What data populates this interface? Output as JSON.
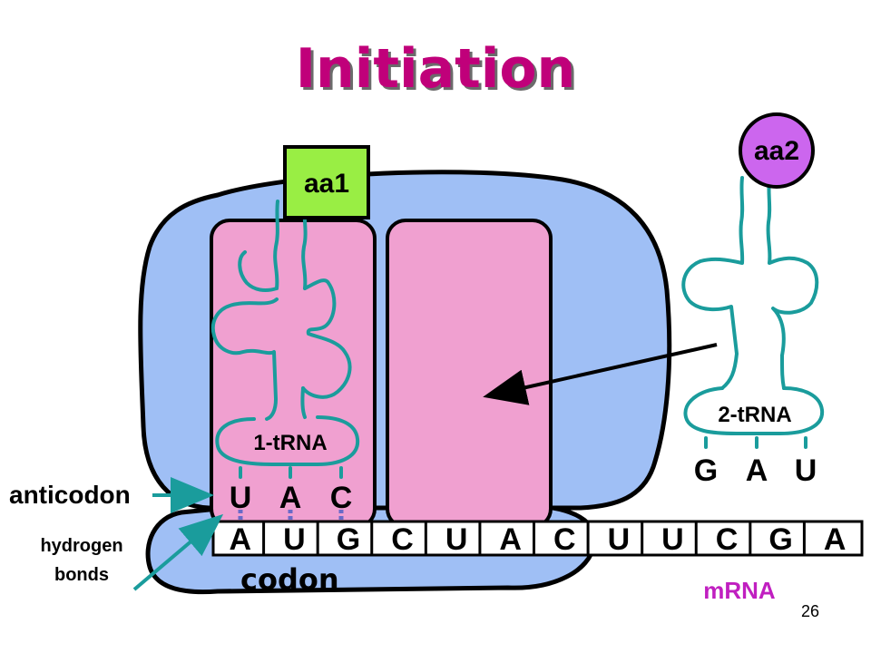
{
  "title": "Initiation",
  "amino_acids": {
    "aa1": "aa1",
    "aa2": "aa2"
  },
  "trna": {
    "first": {
      "label": "1-tRNA",
      "anticodon": [
        "U",
        "A",
        "C"
      ]
    },
    "second": {
      "label": "2-tRNA",
      "anticodon": [
        "G",
        "A",
        "U"
      ]
    }
  },
  "mrna": {
    "bases": [
      "A",
      "U",
      "G",
      "C",
      "U",
      "A",
      "C",
      "U",
      "U",
      "C",
      "G",
      "A"
    ],
    "label": "mRNA"
  },
  "labels": {
    "anticodon": "anticodon",
    "hydrogen": "hydrogen",
    "bonds": "bonds",
    "codon": "codon"
  },
  "page_number": "26",
  "colors": {
    "title": "#c0007a",
    "ribosome": "#9fbff5",
    "site": "#f0a0d0",
    "aa1": "#99ee44",
    "aa2": "#cc66ee",
    "trna": "#1a9c9c",
    "bond": "#6a6ac8",
    "mrna_label": "#c01fc0"
  }
}
